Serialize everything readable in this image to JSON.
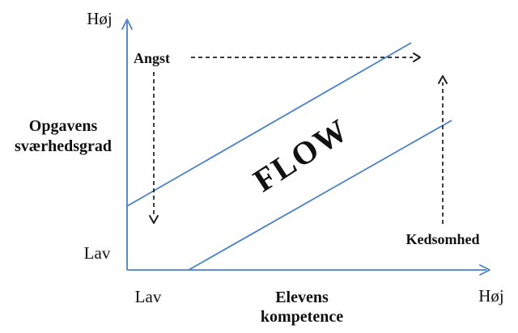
{
  "diagram": {
    "y_axis": {
      "title_line1": "Opgavens",
      "title_line2": "sværhedsgrad",
      "high_label": "Høj",
      "low_label": "Lav"
    },
    "x_axis": {
      "title_line1": "Elevens",
      "title_line2": "kompetence",
      "low_label": "Lav",
      "high_label": "Høj"
    },
    "zones": {
      "anxiety": "Angst",
      "flow": "FLOW",
      "boredom": "Kedsomhed"
    },
    "colors": {
      "line_blue": "#4a80c4",
      "dash_black": "#1f1f1f",
      "text_black": "#111111"
    }
  }
}
